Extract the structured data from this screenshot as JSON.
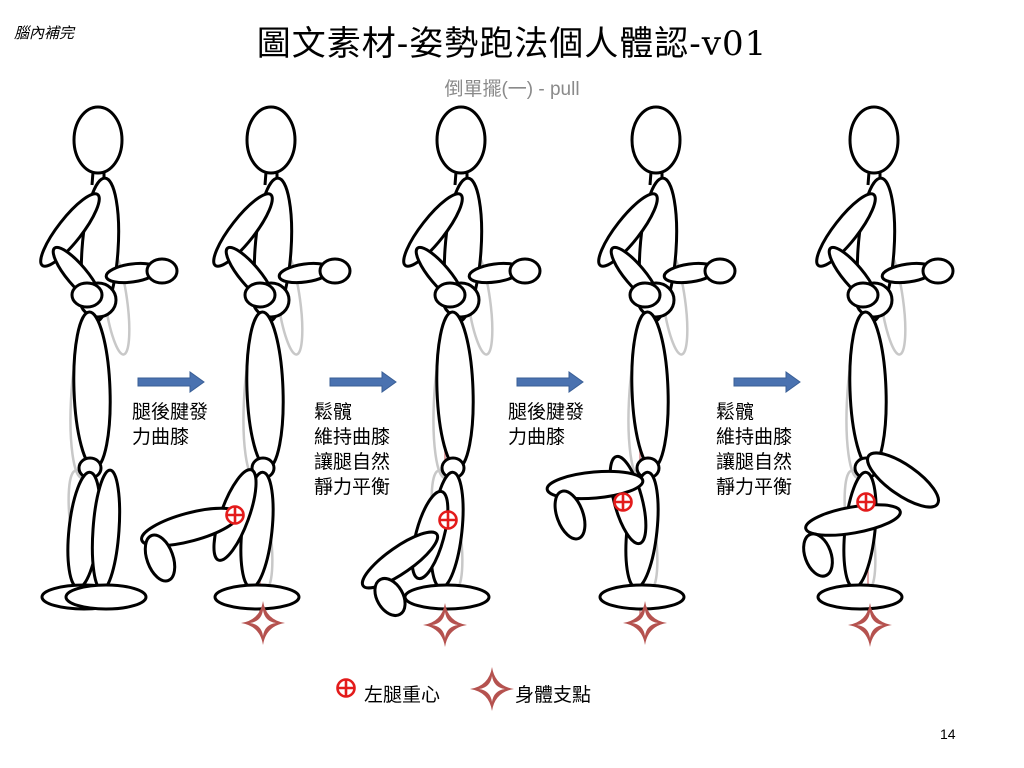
{
  "header": {
    "corner_label": "腦內補完",
    "title": "圖文素材-姿勢跑法個人體認-v01",
    "subtitle": "倒單擺(一) - pull"
  },
  "steps": [
    {
      "lines": [
        "腿後腱發",
        "力曲膝"
      ]
    },
    {
      "lines": [
        "鬆髖",
        "維持曲膝",
        "讓腿自然",
        "靜力平衡"
      ]
    },
    {
      "lines": [
        "腿後腱發",
        "力曲膝"
      ]
    },
    {
      "lines": [
        "鬆髖",
        "維持曲膝",
        "讓腿自然",
        "靜力平衡"
      ]
    }
  ],
  "legend": {
    "center_of_mass_label": "左腿重心",
    "support_point_label": "身體支點"
  },
  "page_number": "14",
  "colors": {
    "marker_red": "#e31b1b",
    "support_star": "#b5524f",
    "arrow_blue": "#4a72b0",
    "plumb_line": "#d9898c",
    "figure_stroke": "#000000",
    "ghost_stroke": "#c8c8c8"
  }
}
